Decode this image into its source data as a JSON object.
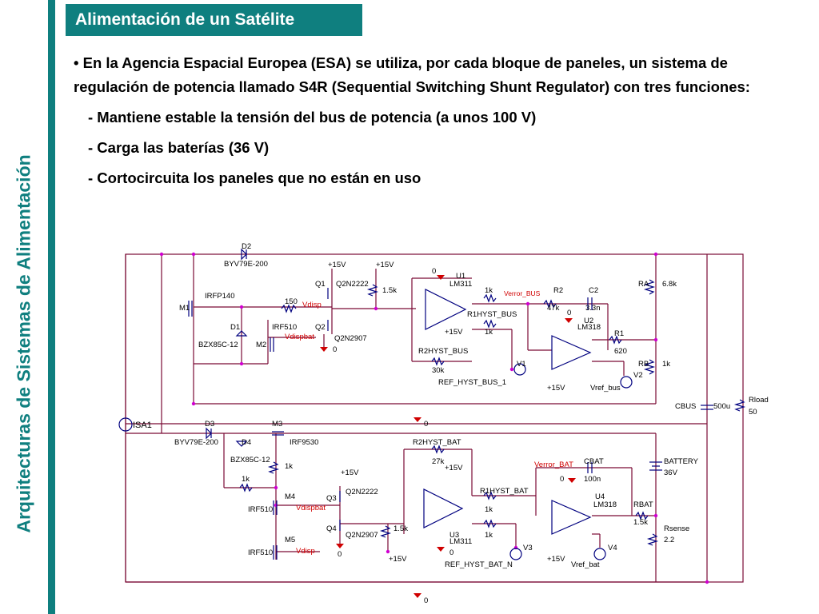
{
  "slide": {
    "side_title": "Arquitecturas de Sistemas de Alimentación",
    "title": "Alimentación de un Satélite",
    "bullet": "• En la Agencia Espacial Europea (ESA) se utiliza, por cada bloque de paneles, un sistema de regulación de potencia llamado S4R (Sequential Switching Shunt Regulator) con tres funciones:",
    "functions": [
      "- Mantiene estable la tensión del bus de potencia (a unos 100 V)",
      "- Carga las baterías (36 V)",
      "- Cortocircuita los paneles que no están en uso"
    ]
  },
  "schematic": {
    "labels": {
      "d2_name": "D2",
      "d2_part": "BYV79E-200",
      "m1": "M1",
      "m1_part": "IRFP140",
      "d1": "D1",
      "d1_part": "BZX85C-12",
      "r150": "150",
      "vdisp_top": "Vdisp",
      "irf510_top": "IRF510",
      "m2": "M2",
      "vdispbat_top": "Vdispbat",
      "q1": "Q1",
      "q1_part": "Q2N2222",
      "q2": "Q2",
      "q2_part": "Q2N2907",
      "p15a": "+15V",
      "p15b": "+15V",
      "r15k_top": "1.5k",
      "zero_top": "0",
      "zero_a": "0",
      "u1": "U1",
      "lm311_top": "LM311",
      "r1k_a": "1k",
      "verror_bus": "Verror_BUS",
      "r1hyst_bus": "R1HYST_BUS",
      "r1k_b": "1k",
      "p15c": "+15V",
      "r2hyst_bus": "R2HYST_BUS",
      "r30k": "30k",
      "v1": "V1",
      "ref_hyst_bus": "REF_HYST_BUS_1",
      "r2": "R2",
      "r47k": "47k",
      "c2": "C2",
      "c33n": "3.3n",
      "zero_b": "0",
      "u2": "U2",
      "lm318_top": "LM318",
      "r1": "R1",
      "r620": "620",
      "p15d": "+15V",
      "vref_bus": "Vref_bus",
      "v2": "V2",
      "ra": "RA",
      "r68k": "6.8k",
      "rb": "RB",
      "r1k_rb": "1k",
      "cbus": "CBUS",
      "c500u": "500u",
      "rload": "Rload",
      "r50": "50",
      "zero_mid": "0",
      "isa1": "ISA1",
      "d3": "D3",
      "d3_part": "BYV79E-200",
      "d4": "D4",
      "d4_part": "BZX85C-12",
      "r1k_d4": "1k",
      "r1k_m3": "1k",
      "m3": "M3",
      "m3_part": "IRF9530",
      "m4": "M4",
      "irf510_m4": "IRF510",
      "vdispbat_bot": "Vdispbat",
      "m5": "M5",
      "irf510_m5": "IRF510",
      "vdisp_bot": "Vdisp",
      "p15e": "+15V",
      "q3": "Q3",
      "q3_part": "Q2N2222",
      "q4": "Q4",
      "q4_part": "Q2N2907",
      "zero_q4": "0",
      "r15k_bot": "1.5k",
      "p15f": "+15V",
      "r2hyst_bat": "R2HYST_BAT",
      "r27k": "27k",
      "p15g": "+15V",
      "u3": "U3",
      "lm311_bot": "LM311",
      "zero_u3": "0",
      "r1hyst_bat": "R1HYST_BAT",
      "r1k_c": "1k",
      "r1k_d": "1k",
      "v3": "V3",
      "ref_hyst_bat": "REF_HYST_BAT_N",
      "verror_bat": "Verror_BAT",
      "cbat": "CBAT",
      "c100n": "100n",
      "zero_c": "0",
      "u4": "U4",
      "lm318_bot": "LM318",
      "p15h": "+15V",
      "vref_bat": "Vref_bat",
      "v4": "V4",
      "rbat": "RBAT",
      "r15k_rbat": "1.5k",
      "battery": "BATTERY",
      "v36": "36V",
      "rsense": "Rsense",
      "r22": "2.2",
      "zero_bottom": "0"
    }
  }
}
